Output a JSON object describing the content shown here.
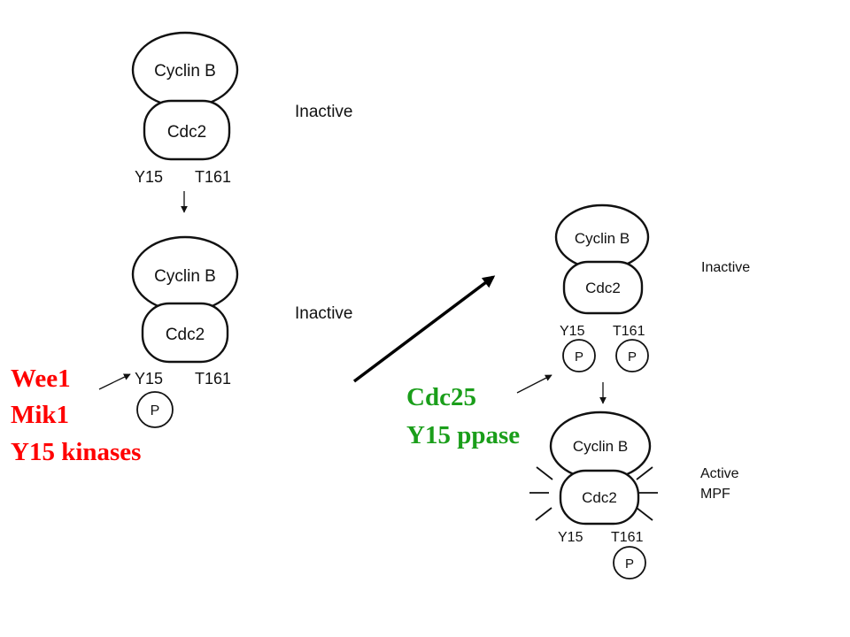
{
  "colors": {
    "ink": "#111111",
    "kinase_text": "#ff0000",
    "phosphatase_text": "#1a9e1a",
    "background": "#ffffff"
  },
  "complex1": {
    "cyclin": "Cyclin B",
    "kinase": "Cdc2",
    "site_y15": "Y15",
    "site_t161": "T161",
    "state": "Inactive"
  },
  "complex2": {
    "cyclin": "Cyclin B",
    "kinase": "Cdc2",
    "site_y15": "Y15",
    "site_t161": "T161",
    "phospho_y15": "P",
    "state": "Inactive"
  },
  "complex3": {
    "cyclin": "Cyclin B",
    "kinase": "Cdc2",
    "site_y15": "Y15",
    "site_t161": "T161",
    "phospho_y15": "P",
    "phospho_t161": "P",
    "state": "Inactive"
  },
  "complex4": {
    "cyclin": "Cyclin B",
    "kinase": "Cdc2",
    "site_y15": "Y15",
    "site_t161": "T161",
    "phospho_t161": "P",
    "state_line1": "Active",
    "state_line2": "MPF"
  },
  "kinases": {
    "line1": "Wee1",
    "line2": "Mik1",
    "line3": "Y15 kinases"
  },
  "phosphatase": {
    "line1": "Cdc25",
    "line2": "Y15 ppase"
  }
}
